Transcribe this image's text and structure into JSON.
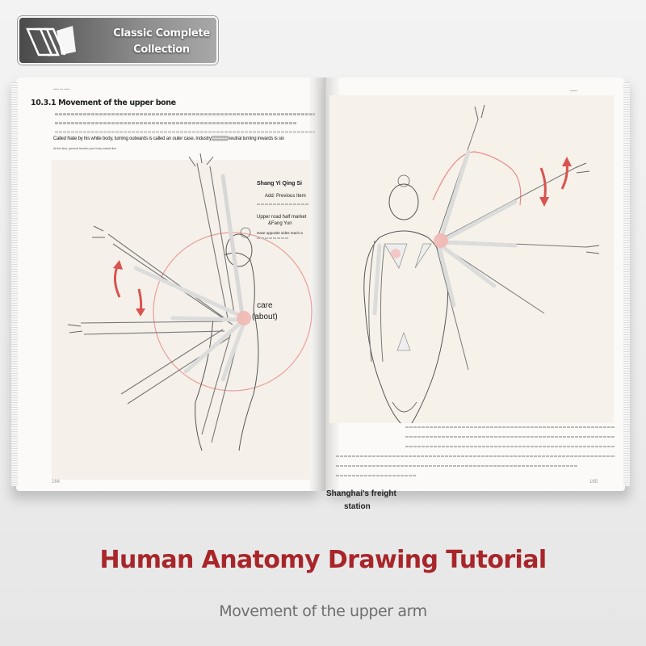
{
  "badge": {
    "line1": "Classic Complete",
    "line2": "Collection",
    "icon": "books-icon"
  },
  "left_page": {
    "section_title": "10.3.1 Movement of the upper bone",
    "overlay_line": "Called Nate by his white body, turning outwards is called an outer case, industry▒▒▒▒▒neutral turning inwards is six",
    "small_caption": "At this time, general transfer your body market line",
    "labels": {
      "l1": "Shang Yi Qing Si",
      "l2": "Add: Previous Item",
      "l3": "Upper road half market",
      "l4": "&Fang Yun",
      "l5": "Have opposite sides reach a"
    },
    "care_line1": "care",
    "care_line2": "(about)",
    "page_number": "164"
  },
  "right_page": {
    "freight_line1": "Shanghai's freight",
    "freight_line2": "station",
    "page_number": "165"
  },
  "colors": {
    "accent_red": "#a8262a",
    "arrow_red": "#d9534f",
    "subtitle_gray": "#6f6f6f"
  },
  "title": "Human Anatomy Drawing Tutorial",
  "subtitle": "Movement of the upper arm"
}
